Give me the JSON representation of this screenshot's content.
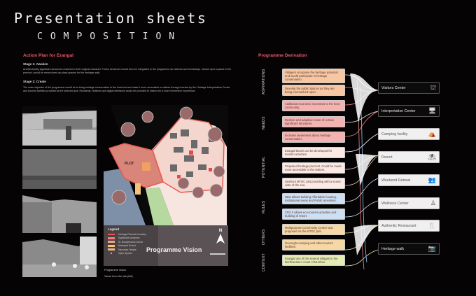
{
  "header": {
    "title": "Presentation sheets",
    "subtitle": "COMPOSITION"
  },
  "action_plan": {
    "heading": "Action Plan for Erangal",
    "stage1_title": "Stage 1: Awaken",
    "stage1_text": "Architecturally significant structures restored to their original character. These structures would then be integrated in the programme as eateries and homestays. Vacant open spaces in the precinct, would be restructured as plaza spaces for the heritage walk.",
    "stage2_title": "Stage 2: Create",
    "stage2_text": "The main objective of the programme would be to bring heritage conservation to the forefront and make it more accessible to visitors through tourism by the Heritage Interpretation Center and tourism facilities provided at the selected plot. Residents, relatives and digital interfaces would be provided to visitors for a more immersive experience.",
    "photos": [
      {
        "name": "street-photo"
      },
      {
        "name": "beach-photo"
      },
      {
        "name": "church-wall-photo"
      },
      {
        "name": "children-playing-photo"
      }
    ],
    "map": {
      "plot_label": "PLOT",
      "legend_title": "Legend",
      "legend_items": [
        {
          "label": "Heritage Precinct boundary",
          "color": "#e8554e"
        },
        {
          "label": "Significant structures",
          "color": "#f08080"
        },
        {
          "label": "St. Bonaventura Church",
          "color": "#f2a37a"
        },
        {
          "label": "Municipal School",
          "color": "#f3c27a"
        },
        {
          "label": "Hanuman Temple",
          "color": "#f4b090"
        },
        {
          "label": "Open Spaces",
          "color": "#d8e36a"
        }
      ],
      "vision_title": "Programme Vision",
      "north_label": "N"
    },
    "caption_line1": "Programme Vision",
    "caption_line2": "Views from the site (left)"
  },
  "derivation": {
    "heading": "Programme Derivation",
    "categories": [
      {
        "label": "ASPIRATIONS"
      },
      {
        "label": "NEEDS"
      },
      {
        "label": "POTENTIAL"
      },
      {
        "label": "RULES"
      },
      {
        "label": "OTHERS"
      },
      {
        "label": "CONTEXT"
      }
    ],
    "items": [
      {
        "text": "Villagers recognise the heritage potential and would participate in heritage conservation.",
        "color": "#f6c7a2"
      },
      {
        "text": "Develop the public spaces as they are being encroached upon.",
        "color": "#f6c7a2"
      },
      {
        "text": "Additional economic incentives to the host community.",
        "color": "#f4b2b0"
      },
      {
        "text": "Restore and adaptive reuse of certain significant structures.",
        "color": "#f4b2b0"
      },
      {
        "text": "Increase awareness about heritage conservation.",
        "color": "#f4b2b0"
      },
      {
        "text": "Erangal beach can be developed for tourism activities.",
        "color": "#fbe9e3"
      },
      {
        "text": "Proposed heritage precinct. Could be made more accessible to the visitors.",
        "color": "#fbe9e3"
      },
      {
        "text": "Seafront MTDC plot providing with a scenic vista of the sea.",
        "color": "#fbe9e3"
      },
      {
        "text": "NDZ allows building Affordable housing, Institutional areas and Public amenities.",
        "color": "#cddff2"
      },
      {
        "text": "CRZ II allows eco-tourism activities and building of resort.",
        "color": "#cddff2"
      },
      {
        "text": "Multipurpose Community Center was proposed on the MTDC plot.",
        "color": "#f6d7a6"
      },
      {
        "text": "Overnight camping and other tourism facilities.",
        "color": "#f6d7a6"
      },
      {
        "text": "Erangal one of the several villages in the Northwestern coast of Mumbai.",
        "color": "#e4ecb5"
      }
    ],
    "outcomes": [
      {
        "label": "Visitors Center",
        "icon": "visitors-center-icon",
        "glyph": "⛫",
        "style": "dark"
      },
      {
        "label": "Interpretation Center",
        "icon": "interpretation-center-icon",
        "glyph": "🖥",
        "style": "dark"
      },
      {
        "label": "Camping facility",
        "icon": "tent-icon",
        "glyph": "⛺",
        "style": "light"
      },
      {
        "label": "Resort",
        "icon": "beach-umbrella-icon",
        "glyph": "⛱",
        "style": "light"
      },
      {
        "label": "Weekend Retreat",
        "icon": "group-icon",
        "glyph": "👥",
        "style": "light"
      },
      {
        "label": "Wellness Center",
        "icon": "meditation-icon",
        "glyph": "♙",
        "style": "light"
      },
      {
        "label": "Authentic Restaurant",
        "icon": "cutlery-icon",
        "glyph": "🍴",
        "style": "light"
      },
      {
        "label": "Heritage walk",
        "icon": "camera-icon",
        "glyph": "📷",
        "style": "dark"
      }
    ]
  }
}
